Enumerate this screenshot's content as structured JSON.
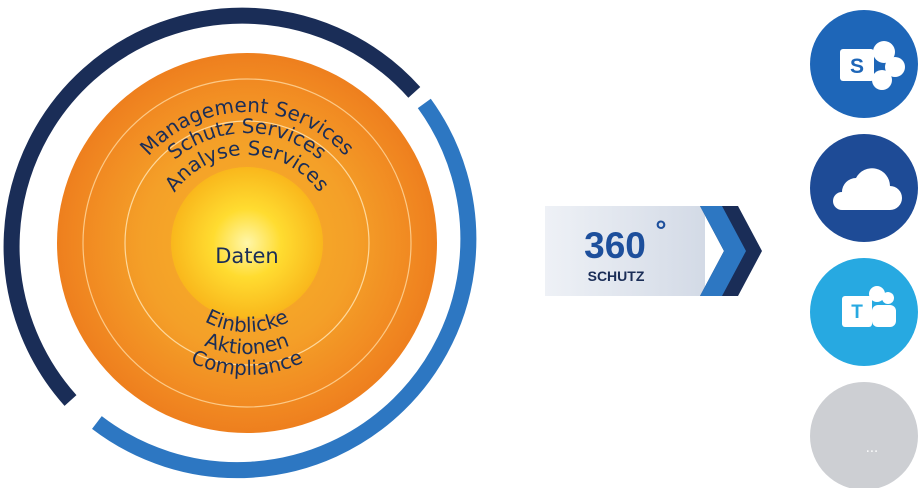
{
  "diagram": {
    "center_label": "Daten",
    "top_arc_labels": [
      "Management Services",
      "Schutz Services",
      "Analyse Services"
    ],
    "bottom_arc_labels": [
      "Einblicke",
      "Aktionen",
      "Compliance"
    ],
    "colors": {
      "outer_arc_dark": "#1a2d57",
      "outer_arc_blue": "#2d77c2",
      "ring_orange": "#f08820",
      "core_yellow": "#ffd21a"
    }
  },
  "badge": {
    "number": "360",
    "degree": "°",
    "label": "SCHUTZ",
    "text_color": "#1d4f9c",
    "box_color": "#dde3ee",
    "chevron_colors": [
      "#1a2d57",
      "#2d77c2"
    ]
  },
  "apps": [
    {
      "name": "SharePoint",
      "icon": "sharepoint-icon",
      "glyph": "S",
      "color": "#1e66b8"
    },
    {
      "name": "OneDrive",
      "icon": "cloud-icon",
      "glyph": "",
      "color": "#1e4b96"
    },
    {
      "name": "Teams",
      "icon": "teams-icon",
      "glyph": "T",
      "color": "#27a9e1"
    },
    {
      "name": "More",
      "icon": "more-icon",
      "glyph": "...",
      "color": "#cdcfd3"
    }
  ]
}
